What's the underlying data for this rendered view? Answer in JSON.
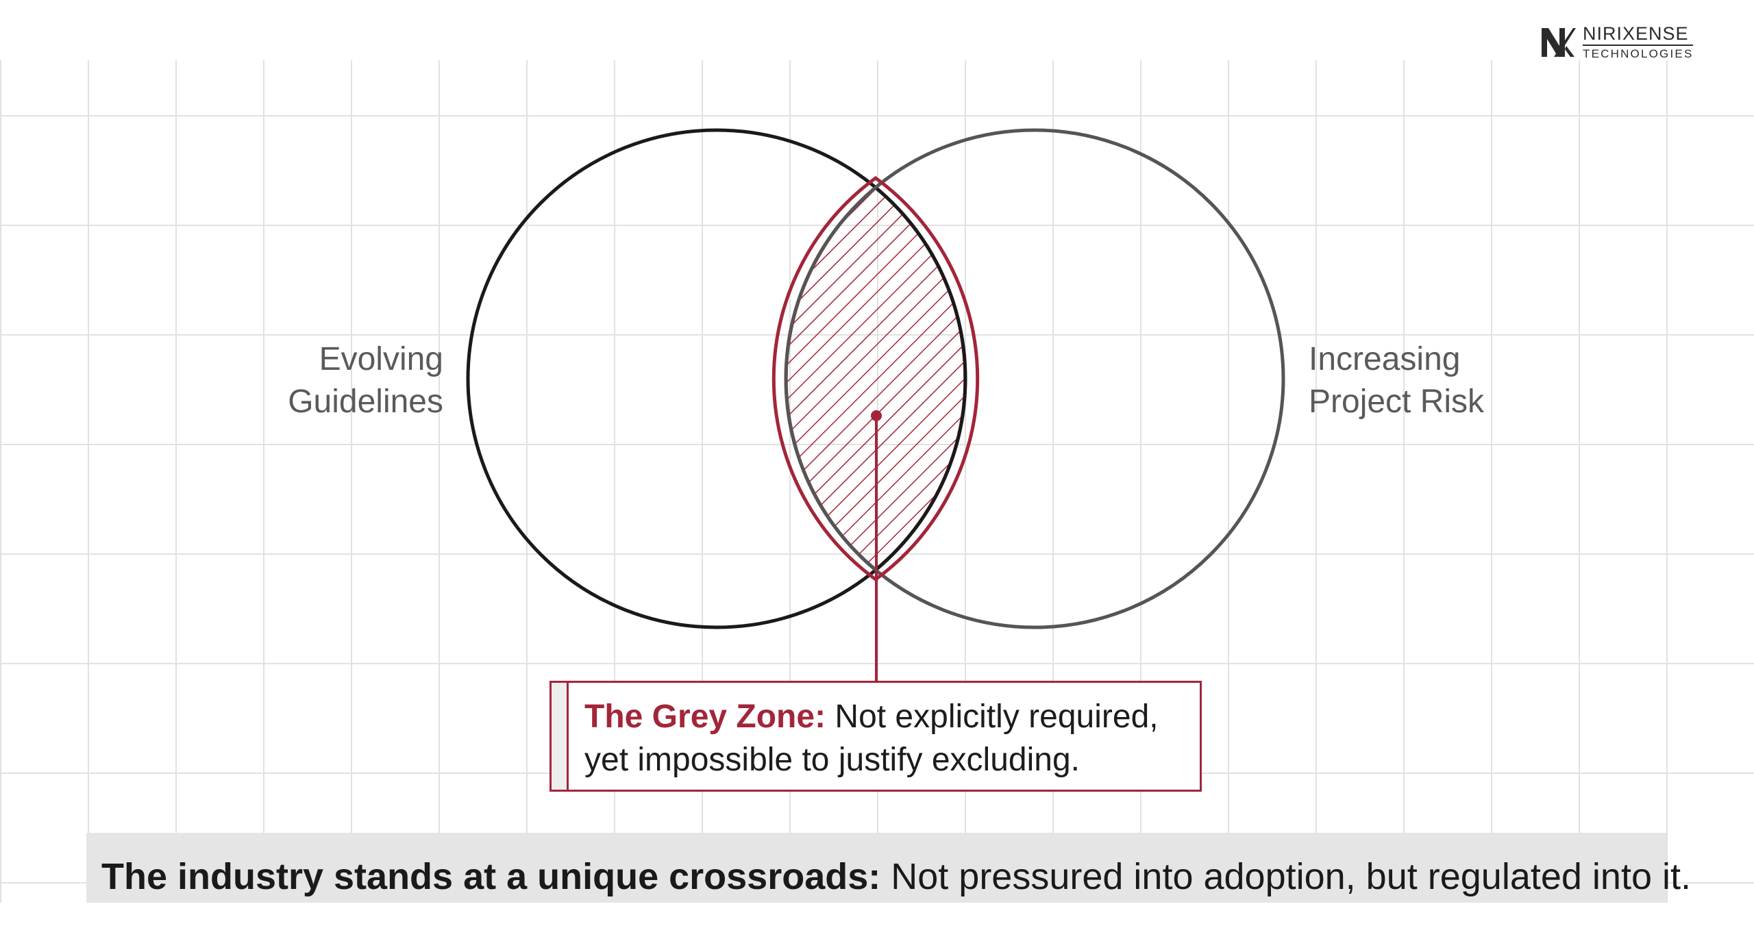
{
  "brand": {
    "name": "NIRIXENSE",
    "subtitle": "TECHNOLOGIES",
    "logo_icon": "nx-monogram-icon"
  },
  "diagram": {
    "left_circle": {
      "label_line1": "Evolving",
      "label_line2": "Guidelines",
      "stroke": "#1a1a1a"
    },
    "right_circle": {
      "label_line1": "Increasing",
      "label_line2": "Project Risk",
      "stroke": "#555555"
    },
    "intersection": {
      "fill_pattern": "diagonal-hatch",
      "color": "#a3253a"
    }
  },
  "callout": {
    "title": "The Grey Zone:",
    "text_line1": " Not explicitly required,",
    "text_line2": "yet impossible to justify excluding."
  },
  "banner": {
    "bold": "The industry stands at a unique crossroads:",
    "text": " Not pressured into adoption, but regulated into it."
  },
  "colors": {
    "accent": "#a3253a",
    "grid_line": "#e1e1e1",
    "banner_bg": "#e5e5e5"
  }
}
